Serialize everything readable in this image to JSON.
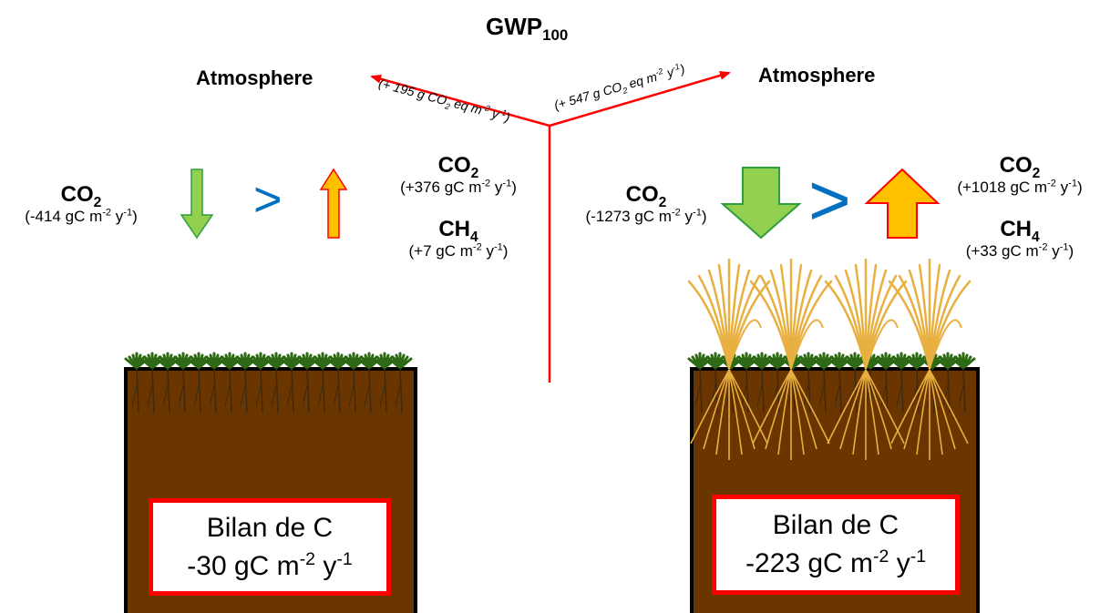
{
  "title": {
    "main": "GWP",
    "sub": "100"
  },
  "left": {
    "atmosphere_label": "Atmosphere",
    "gwp": {
      "prefix": "(+ 195 g CO",
      "sub": "2",
      "mid": " eq m",
      "sup1": "-2",
      "mid2": " y",
      "sup2": "-1",
      "suffix": ")"
    },
    "co2_uptake": {
      "gas": "CO",
      "gas_sub": "2",
      "flux_prefix": "(-414 gC m",
      "sup1": "-2",
      "mid": " y",
      "sup2": "-1",
      "suffix": ")"
    },
    "comparator": ">",
    "co2_emission": {
      "gas": "CO",
      "gas_sub": "2",
      "flux_prefix": "(+376 gC m",
      "sup1": "-2",
      "mid": " y",
      "sup2": "-1",
      "suffix": ")"
    },
    "ch4_emission": {
      "gas": "CH",
      "gas_sub": "4",
      "flux_prefix": "(+7 gC m",
      "sup1": "-2",
      "mid": " y",
      "sup2": "-1",
      "suffix": ")"
    },
    "balance": {
      "line1": "Bilan de C",
      "line2_prefix": "-30 gC m",
      "sup1": "-2",
      "mid": " y",
      "sup2": "-1"
    }
  },
  "right": {
    "atmosphere_label": "Atmosphere",
    "gwp": {
      "prefix": "(+ 547 g CO",
      "sub": "2",
      "mid": " eq m",
      "sup1": "-2",
      "mid2": " y",
      "sup2": "-1",
      "suffix": ")"
    },
    "co2_uptake": {
      "gas": "CO",
      "gas_sub": "2",
      "flux_prefix": "(-1273 gC m",
      "sup1": "-2",
      "mid": " y",
      "sup2": "-1",
      "suffix": ")"
    },
    "comparator": ">",
    "co2_emission": {
      "gas": "CO",
      "gas_sub": "2",
      "flux_prefix": "(+1018 gC m",
      "sup1": "-2",
      "mid": " y",
      "sup2": "-1",
      "suffix": ")"
    },
    "ch4_emission": {
      "gas": "CH",
      "gas_sub": "4",
      "flux_prefix": "(+33 gC m",
      "sup1": "-2",
      "mid": " y",
      "sup2": "-1",
      "suffix": ")"
    },
    "balance": {
      "line1": "Bilan de C",
      "line2_prefix": "-223 gC m",
      "sup1": "-2",
      "mid": " y",
      "sup2": "-1"
    }
  },
  "colors": {
    "gwp_lines": "#ff0000",
    "uptake_arrow": "#92d050",
    "uptake_arrow_border": "#2e9e3e",
    "emission_arrow": "#ffc000",
    "emission_arrow_border": "#ff0000",
    "comparator": "#0070c0",
    "soil": "#6b3500",
    "moss": "#2d6a14",
    "grass": "#e8b040",
    "box_border": "#ff0000"
  }
}
